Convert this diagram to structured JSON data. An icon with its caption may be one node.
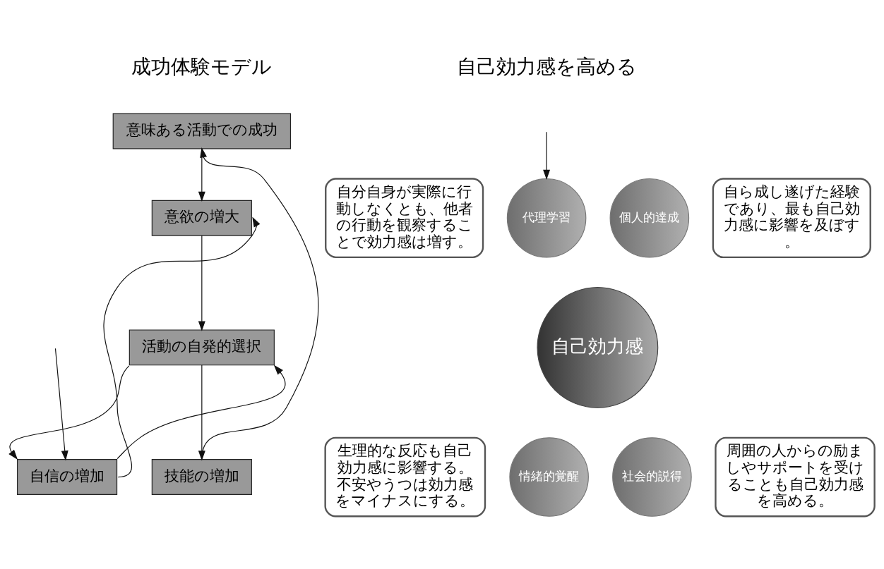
{
  "diagram": {
    "nodes": [
      {
        "text": [
          "意味ある活動での成功"
        ]
      },
      {
        "text": [
          "意欲の増大"
        ]
      },
      {
        "text": [
          "活動の自発的選択"
        ]
      },
      {
        "text": [
          "自信の増加"
        ]
      },
      {
        "text": [
          "技能の増加"
        ]
      },
      {
        "text": [
          "個人的達成"
        ]
      },
      {
        "text": [
          "自ら成し遂げた経験であり、最も自己効力感に影響を及ぼす。"
        ]
      },
      {
        "text": [
          "代理学習"
        ]
      },
      {
        "text": [
          "自分自身が実際に行動しなくとも、他者の行動を観察することで効力感は増す。"
        ]
      },
      {
        "text": [
          "自己効力感"
        ]
      },
      {
        "text": [
          "社会的説得"
        ]
      },
      {
        "text": [
          "周囲の人からの励ましやサポートを受けることも自己効力感を高める。"
        ]
      },
      {
        "text": [
          "情緒的覚醒"
        ]
      },
      {
        "text": [
          "生理的な反応も自己効力感に影響する。不安やうつは効力感をマイナスにする。"
        ]
      }
    ],
    "edges": [
      {
        "from": 0,
        "to": 1,
        "arrow": "to"
      },
      {
        "from": 1,
        "to": 2,
        "arrow": "to"
      },
      {
        "from": 2,
        "to": 3,
        "arrow": "to"
      },
      {
        "from": 2,
        "to": 4,
        "arrow": "to"
      },
      {
        "from": 3,
        "to": 2,
        "arrow": "to"
      },
      {
        "from": 3,
        "to": 1,
        "arrow": "to"
      },
      {
        "from": 4,
        "to": 0,
        "arrow": "to"
      },
      {
        "from": null,
        "to": 7,
        "arrow": "to"
      },
      {
        "from": null,
        "to": 3,
        "arrow": "to"
      }
    ],
    "labels": [
      "成功体験モデル",
      "自己効力感を高める"
    ]
  }
}
